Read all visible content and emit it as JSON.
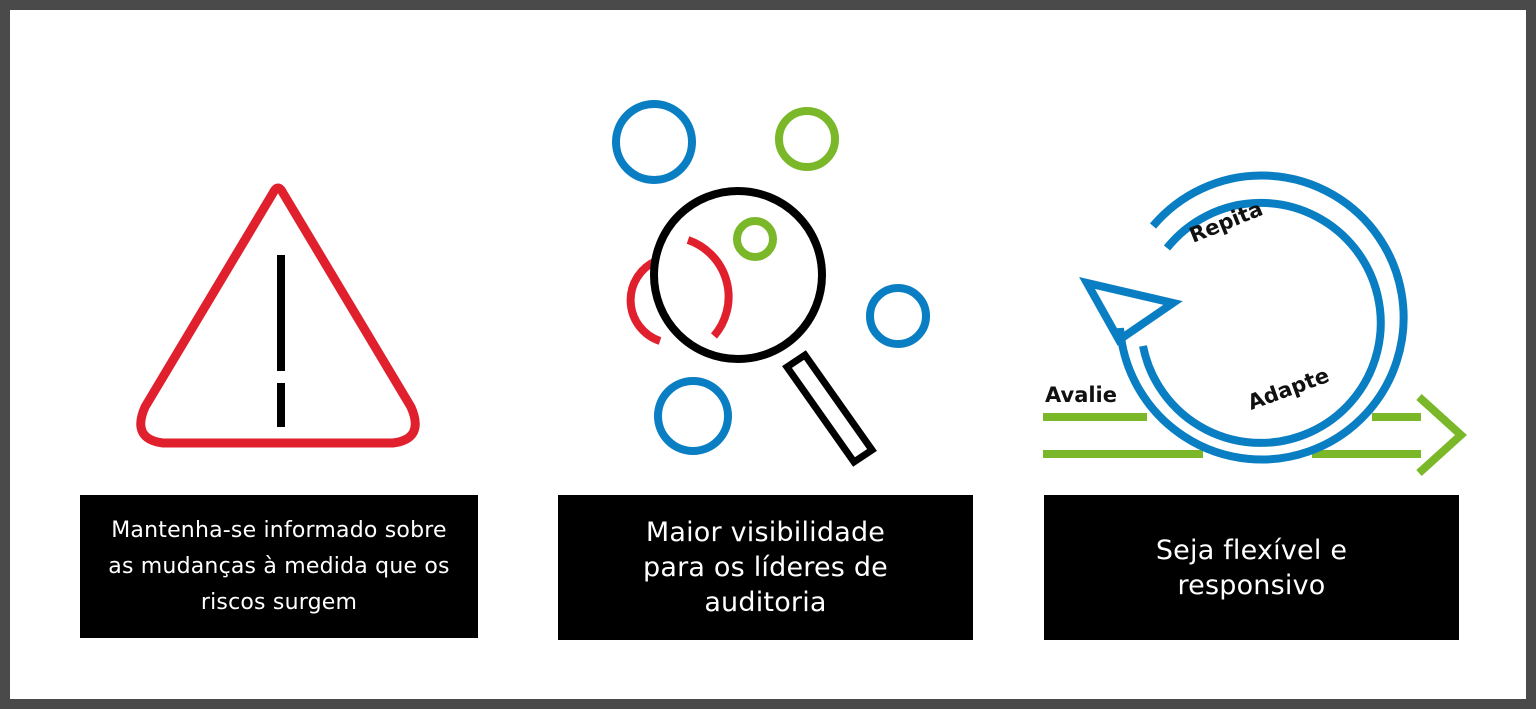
{
  "panels": [
    {
      "caption": "Mantenha-se informado sobre\nas mudanças à medida que os\nriscos surgem",
      "icon": "warning-triangle-icon"
    },
    {
      "caption": "Maior visibilidade\npara os líderes de\nauditoria",
      "icon": "magnifier-icon"
    },
    {
      "caption": "Seja flexível e\nresponsivo",
      "icon": "cycle-arrow-icon",
      "labels": {
        "assess": "Avalie",
        "repeat": "Repita",
        "adapt": "Adapte"
      }
    }
  ],
  "colors": {
    "red": "#e0202d",
    "blue": "#0a7ec3",
    "green": "#7ab829",
    "black": "#000000",
    "border": "#4a4a4a"
  }
}
